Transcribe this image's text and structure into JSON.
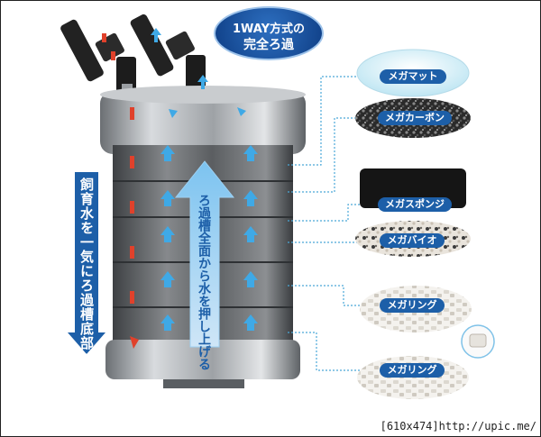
{
  "badge": {
    "line1": "1WAY方式の",
    "line2": "完全ろ過"
  },
  "side_text": "飼育水を一気にろ過槽底部へ",
  "center_text": "ろ過槽全面から水を押し上げる",
  "media_labels": [
    "メガマット",
    "メガカーボン",
    "メガスポンジ",
    "メガバイオ",
    "メガリング",
    "メガリング"
  ],
  "watermark": "[610x474]http://upic.me/",
  "colors": {
    "accent_blue": "#1d5fa8",
    "arrow_blue": "#3fa9e6",
    "arrow_red": "#e0412b",
    "canister_silver": "#a9adb1"
  },
  "icons": [
    "up-arrow-icon",
    "down-arrow-icon",
    "outflow-arrow-icon"
  ]
}
